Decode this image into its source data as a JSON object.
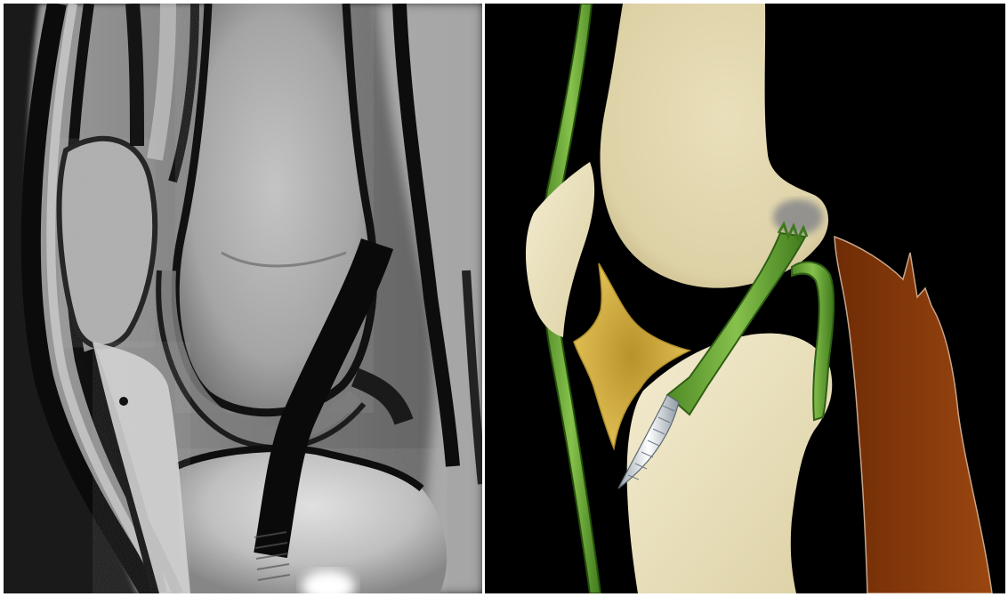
{
  "figure": {
    "panels": [
      {
        "id": "mri",
        "kind": "sagittal knee MRI (grayscale)"
      },
      {
        "id": "illustration",
        "kind": "schematic knee illustration"
      }
    ],
    "colors": {
      "bone": "#efe6c4",
      "bone_shadow": "#c9bd8e",
      "ligament_green": "#6ea83a",
      "ligament_dark": "#2f5f16",
      "fat_pad": "#d9b84a",
      "muscle_brown": "#8a3a0a",
      "screw_silver": "#e6eaee",
      "bruise_gray": "#8c8c8c",
      "background": "#000000"
    }
  }
}
